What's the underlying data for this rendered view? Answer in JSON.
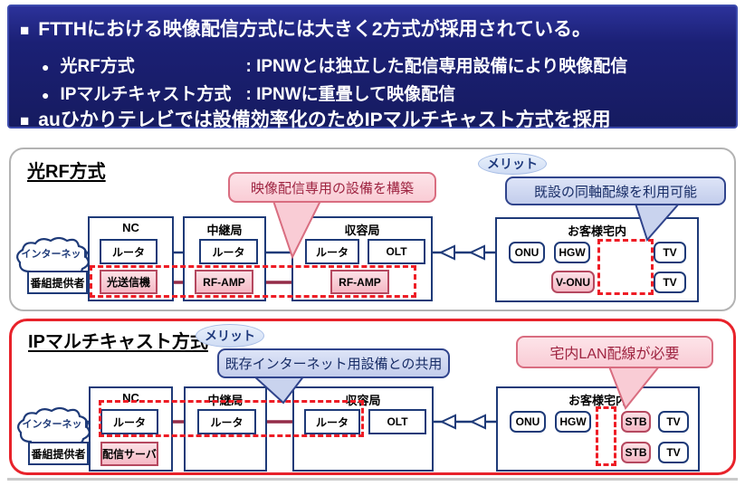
{
  "header": {
    "bullet_square": "■",
    "bullet_dot": "●",
    "line1": "FTTHにおける映像配信方式には大きく2方式が採用されている。",
    "items": [
      {
        "label": "光RF方式",
        "desc": ": IPNWとは独立した配信専用設備により映像配信"
      },
      {
        "label": "IPマルチキャスト方式",
        "desc": ": IPNWに重畳して映像配信"
      }
    ],
    "line2": "auひかりテレビでは設備効率化のためIPマルチキャスト方式を採用"
  },
  "labels": {
    "internet": "インターネット",
    "provider": "番組提供者",
    "merit": "メリット",
    "nc": "NC",
    "relay": "中継局",
    "center": "収容局",
    "home": "お客様宅内",
    "router": "ルータ",
    "olt": "OLT",
    "onu": "ONU",
    "hgw": "HGW",
    "tv": "TV",
    "stb": "STB",
    "v_onu": "V-ONU",
    "optical_tx": "光送信機",
    "rf_amp": "RF-AMP",
    "dist_server": "配信サーバ"
  },
  "rf_section": {
    "title": "光RF方式",
    "build_callout": "映像配信専用の設備を構築",
    "merit_callout": "既設の同軸配線を利用可能"
  },
  "ip_section": {
    "title": "IPマルチキャスト方式",
    "merit_callout": "既存インターネット用設備との共用",
    "lan_callout": "宅内LAN配線が必要"
  },
  "colors": {
    "header_navy": "#1b2075",
    "panel2_red": "#e8222a",
    "dashed_red": "#ee1c25",
    "line_navy": "#1e3a78",
    "line_dark_red": "#942c48",
    "pink_fill": "#f8ccd4",
    "lavender_fill": "#ccd6f0"
  }
}
